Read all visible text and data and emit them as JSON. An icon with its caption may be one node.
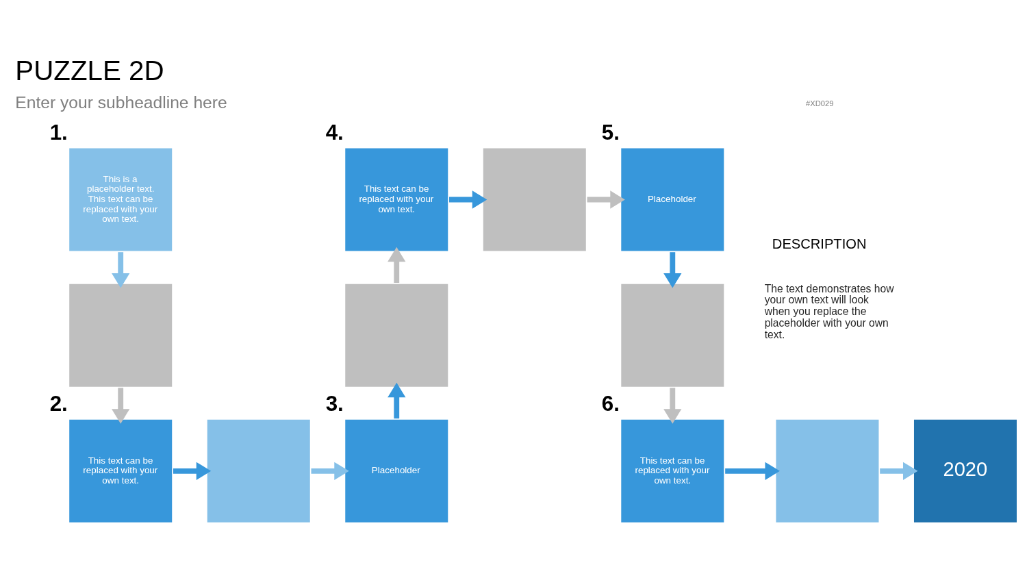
{
  "diagram": {
    "title": "PUZZLE 2D",
    "nodes": [
      {
        "text": [
          "This is a placeholder text. This text can be replaced with your own text."
        ],
        "beside": [
          "1."
        ]
      },
      {
        "text": [],
        "shape": "box"
      },
      {
        "text": [
          "This text can be replaced with your own text."
        ],
        "beside": [
          "2."
        ]
      },
      {
        "text": [],
        "shape": "box"
      },
      {
        "text": [
          "Placeholder"
        ],
        "beside": [
          "3."
        ]
      },
      {
        "text": [],
        "shape": "box"
      },
      {
        "text": [
          "This text can be replaced with your own text."
        ],
        "beside": [
          "4."
        ]
      },
      {
        "text": [],
        "shape": "box"
      },
      {
        "text": [
          "Placeholder"
        ],
        "beside": [
          "5."
        ]
      },
      {
        "text": [],
        "shape": "box"
      },
      {
        "text": [
          "This text can be replaced with your own text."
        ],
        "beside": [
          "6."
        ]
      },
      {
        "text": [],
        "shape": "box"
      },
      {
        "text": [
          "2020"
        ]
      }
    ],
    "edges": [
      {
        "from": 0,
        "to": 1,
        "arrow": "to",
        "color": "#85c0e8"
      },
      {
        "from": 1,
        "to": 2,
        "arrow": "to",
        "color": "#bfbfbf"
      },
      {
        "from": 2,
        "to": 3,
        "arrow": "to"
      },
      {
        "from": 3,
        "to": 4,
        "arrow": "to",
        "color": "#85c0e8"
      },
      {
        "from": 4,
        "to": 5,
        "arrow": "to"
      },
      {
        "from": 5,
        "to": 6,
        "arrow": "to",
        "color": "#bfbfbf"
      },
      {
        "from": 6,
        "to": 7,
        "arrow": "to"
      },
      {
        "from": 7,
        "to": 8,
        "arrow": "to",
        "color": "#bfbfbf"
      },
      {
        "from": 8,
        "to": 9,
        "arrow": "to"
      },
      {
        "from": 9,
        "to": 10,
        "arrow": "to",
        "color": "#bfbfbf"
      },
      {
        "from": 10,
        "to": 11,
        "arrow": "to"
      },
      {
        "from": 11,
        "to": 12,
        "arrow": "to",
        "color": "#85c0e8"
      }
    ],
    "labels": [
      "#XD029",
      "Enter your subheadline here",
      "DESCRIPTION",
      "The text demonstrates how your own text will look when you replace the placeholder with your own text."
    ]
  }
}
